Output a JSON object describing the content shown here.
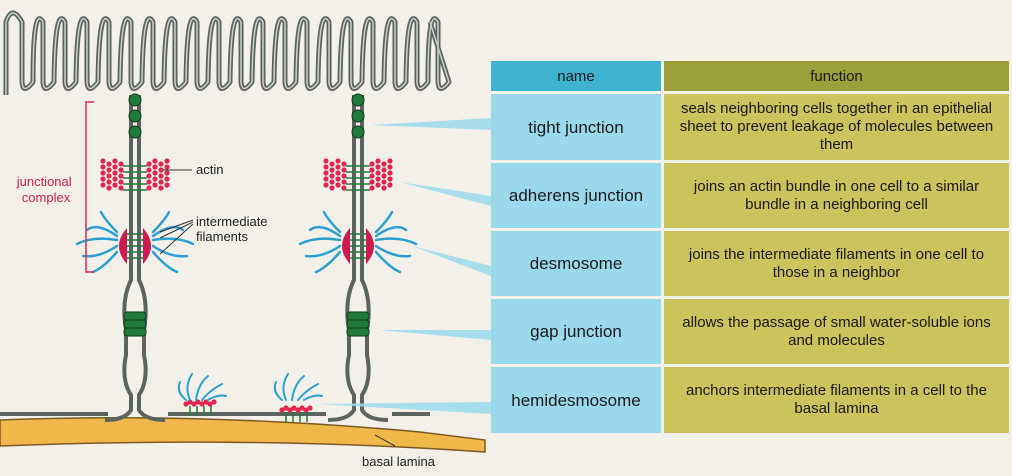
{
  "diagram": {
    "labels": {
      "junctional_complex": [
        "junctional",
        "complex"
      ],
      "actin": "actin",
      "intermediate_filaments": [
        "intermediate",
        "filaments"
      ],
      "basal_lamina": "basal lamina"
    }
  },
  "table": {
    "headers": {
      "name": "name",
      "function": "function"
    },
    "rows": [
      {
        "name": "tight junction",
        "function": "seals neighboring cells together in an epithelial sheet to prevent leakage of molecules between them"
      },
      {
        "name": "adherens junction",
        "function": "joins an actin bundle in one cell to a similar bundle in a neighboring cell"
      },
      {
        "name": "desmosome",
        "function": "joins the intermediate filaments in one cell to those in a neighbor"
      },
      {
        "name": "gap junction",
        "function": "allows the passage of small water-soluble ions and molecules"
      },
      {
        "name": "hemidesmosome",
        "function": "anchors intermediate filaments in a cell to the basal lamina"
      }
    ]
  },
  "colors": {
    "membrane": "#5c6460",
    "membrane_highlight": "#c9d0cc",
    "tight_junction": "#1f7a3c",
    "actin_dots": "#e0284e",
    "desmosome_plaque": "#cf1a50",
    "filaments": "#2aa0d0",
    "basal_lamina": "#f0b84a",
    "header_name": "#3fb2d1",
    "header_function": "#9a9f3a",
    "cell_name": "#9ad9ec",
    "cell_function": "#cbc35b",
    "bracket": "#e0284e"
  }
}
